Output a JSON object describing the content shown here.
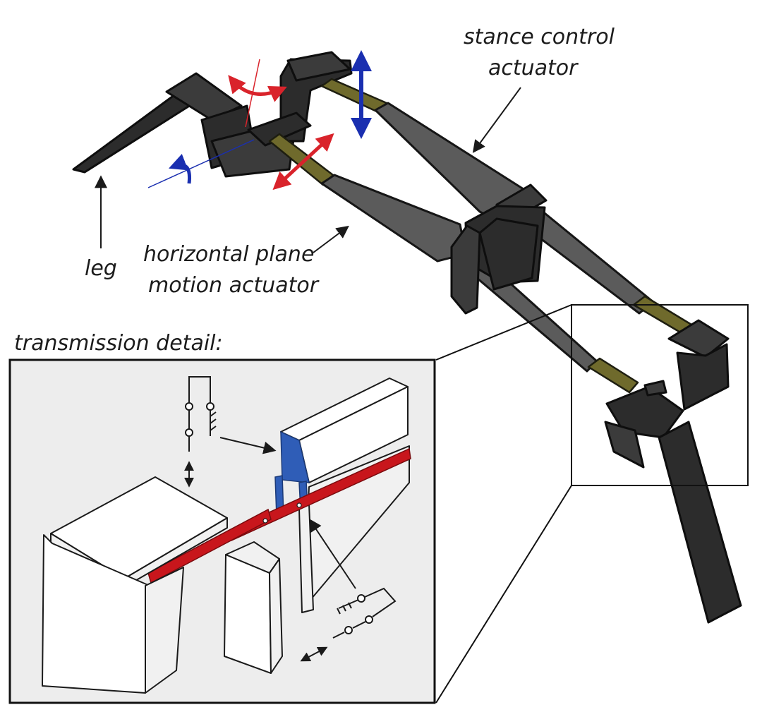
{
  "labels": {
    "stance_1": "stance control",
    "stance_2": "actuator",
    "leg": "leg",
    "horizontal_1": "horizontal plane",
    "horizontal_2": "motion actuator",
    "transmission": "transmission detail:"
  },
  "colors": {
    "body_gray": "#5b5b5b",
    "dark_gray": "#2c2c2c",
    "flexure_olive": "#6f6a2c",
    "arrow_red": "#d9232b",
    "arrow_blue": "#1a2fb0",
    "inset_bg": "#ededed",
    "strip_red": "#c8161c",
    "block_blue": "#2f5db7"
  }
}
